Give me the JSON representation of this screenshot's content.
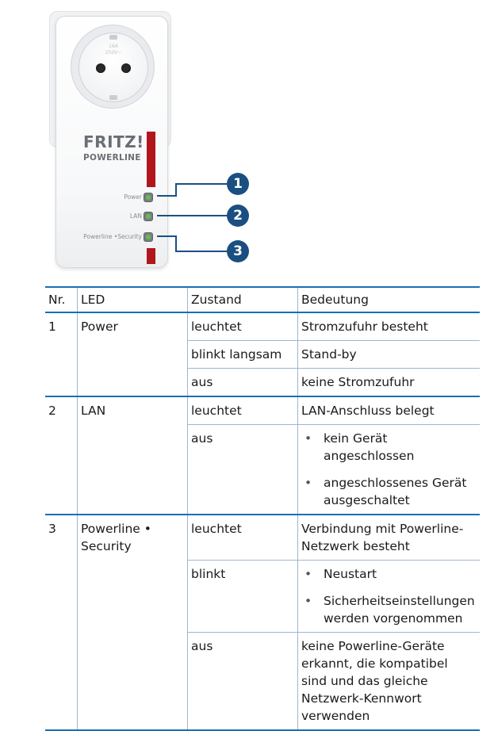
{
  "device": {
    "brand": "FRITZ!",
    "product": "POWERLINE",
    "socket_spec_1": "16A",
    "socket_spec_2": "250V~",
    "leds": [
      {
        "label": "Power",
        "callout": "1"
      },
      {
        "label": "LAN",
        "callout": "2"
      },
      {
        "label": "Powerline •Security",
        "callout": "3"
      }
    ],
    "colors": {
      "accent_blue": "#1b4f82",
      "brand_red": "#b0161b",
      "led_green": "#5ec24a"
    }
  },
  "table": {
    "headers": [
      "Nr.",
      "LED",
      "Zustand",
      "Bedeutung"
    ],
    "groups": [
      {
        "nr": "1",
        "led": "Power",
        "rows": [
          {
            "zustand": "leuchtet",
            "bedeutung": "Stromzufuhr besteht"
          },
          {
            "zustand": "blinkt langsam",
            "bedeutung": "Stand-by"
          },
          {
            "zustand": "aus",
            "bedeutung": "keine Stromzufuhr"
          }
        ]
      },
      {
        "nr": "2",
        "led": "LAN",
        "rows": [
          {
            "zustand": "leuchtet",
            "bedeutung": "LAN-Anschluss belegt"
          },
          {
            "zustand": "aus",
            "bullets": [
              "kein Gerät angeschlossen",
              "angeschlossenes Gerät ausgeschaltet"
            ]
          }
        ]
      },
      {
        "nr": "3",
        "led": "Powerline • Security",
        "rows": [
          {
            "zustand": "leuchtet",
            "bedeutung": "Verbindung mit Powerline-Netzwerk besteht"
          },
          {
            "zustand": "blinkt",
            "bullets": [
              "Neustart",
              "Sicherheitseinstellungen werden vorgenommen"
            ]
          },
          {
            "zustand": "aus",
            "bedeutung": "keine Powerline-Geräte erkannt, die kompatibel sind und das gleiche Netzwerk-Kennwort verwenden"
          }
        ]
      }
    ]
  }
}
